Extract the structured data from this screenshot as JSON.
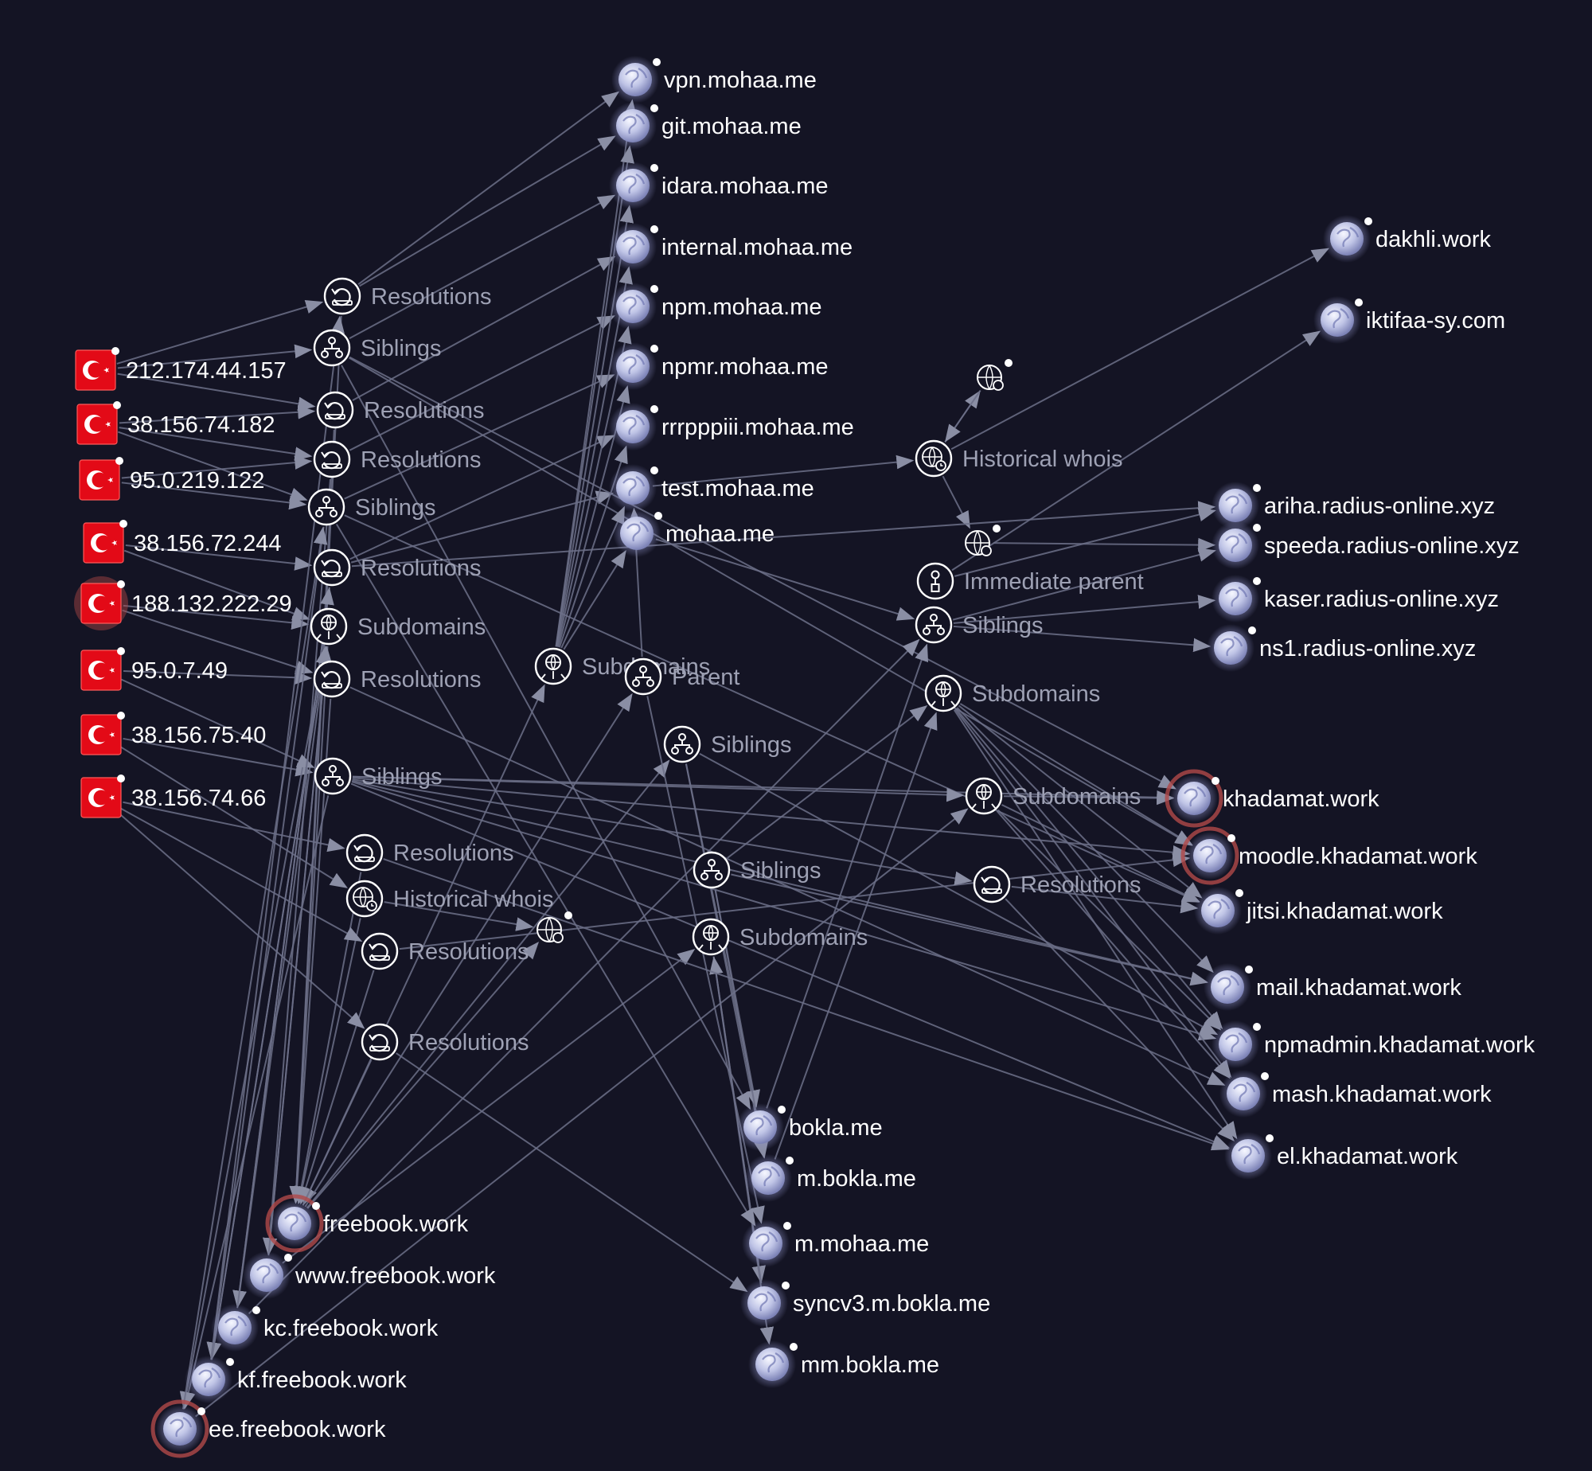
{
  "colors": {
    "background": "#141424",
    "edge": "#6c7088",
    "relation_label": "#9ea1b4",
    "node_label": "#ffffff",
    "flag_red": "#e30a17",
    "highlight_ring": "#b04848"
  },
  "nodes": [
    {
      "id": "vpn",
      "type": "domain",
      "label": "vpn.mohaa.me"
    },
    {
      "id": "git",
      "type": "domain",
      "label": "git.mohaa.me"
    },
    {
      "id": "idara",
      "type": "domain",
      "label": "idara.mohaa.me"
    },
    {
      "id": "internal",
      "type": "domain",
      "label": "internal.mohaa.me"
    },
    {
      "id": "npm",
      "type": "domain",
      "label": "npm.mohaa.me"
    },
    {
      "id": "npmr",
      "type": "domain",
      "label": "npmr.mohaa.me"
    },
    {
      "id": "rrr",
      "type": "domain",
      "label": "rrrpppiii.mohaa.me"
    },
    {
      "id": "test",
      "type": "domain",
      "label": "test.mohaa.me"
    },
    {
      "id": "mohaa",
      "type": "domain",
      "label": "mohaa.me"
    },
    {
      "id": "dakhli",
      "type": "domain",
      "label": "dakhli.work"
    },
    {
      "id": "iktifaa",
      "type": "domain",
      "label": "iktifaa-sy.com"
    },
    {
      "id": "ariha",
      "type": "domain",
      "label": "ariha.radius-online.xyz"
    },
    {
      "id": "speeda",
      "type": "domain",
      "label": "speeda.radius-online.xyz"
    },
    {
      "id": "kaser",
      "type": "domain",
      "label": "kaser.radius-online.xyz"
    },
    {
      "id": "ns1",
      "type": "domain",
      "label": "ns1.radius-online.xyz"
    },
    {
      "id": "khadamat",
      "type": "domain",
      "label": "khadamat.work",
      "highlight": true
    },
    {
      "id": "moodle",
      "type": "domain",
      "label": "moodle.khadamat.work",
      "highlight": true
    },
    {
      "id": "jitsi",
      "type": "domain",
      "label": "jitsi.khadamat.work"
    },
    {
      "id": "mail",
      "type": "domain",
      "label": "mail.khadamat.work"
    },
    {
      "id": "npmadmin",
      "type": "domain",
      "label": "npmadmin.khadamat.work"
    },
    {
      "id": "mash",
      "type": "domain",
      "label": "mash.khadamat.work"
    },
    {
      "id": "el",
      "type": "domain",
      "label": "el.khadamat.work"
    },
    {
      "id": "bokla",
      "type": "domain",
      "label": "bokla.me"
    },
    {
      "id": "mbokla",
      "type": "domain",
      "label": "m.bokla.me"
    },
    {
      "id": "mmohaa",
      "type": "domain",
      "label": "m.mohaa.me"
    },
    {
      "id": "syncv3",
      "type": "domain",
      "label": "syncv3.m.bokla.me"
    },
    {
      "id": "mmbokla",
      "type": "domain",
      "label": "mm.bokla.me"
    },
    {
      "id": "freebook",
      "type": "domain",
      "label": "freebook.work",
      "highlight": true
    },
    {
      "id": "wwwfreebook",
      "type": "domain",
      "label": "www.freebook.work"
    },
    {
      "id": "kc",
      "type": "domain",
      "label": "kc.freebook.work"
    },
    {
      "id": "kf",
      "type": "domain",
      "label": "kf.freebook.work"
    },
    {
      "id": "ee",
      "type": "domain",
      "label": "ee.freebook.work",
      "highlight": true
    },
    {
      "id": "ip1",
      "type": "ip",
      "label": "212.174.44.157"
    },
    {
      "id": "ip2",
      "type": "ip",
      "label": "38.156.74.182"
    },
    {
      "id": "ip3",
      "type": "ip",
      "label": "95.0.219.122"
    },
    {
      "id": "ip4",
      "type": "ip",
      "label": "38.156.72.244"
    },
    {
      "id": "ip5",
      "type": "ip",
      "label": "188.132.222.29",
      "highlight": true
    },
    {
      "id": "ip6",
      "type": "ip",
      "label": "95.0.7.49"
    },
    {
      "id": "ip7",
      "type": "ip",
      "label": "38.156.75.40"
    },
    {
      "id": "ip8",
      "type": "ip",
      "label": "38.156.74.66"
    },
    {
      "id": "r1",
      "type": "resolutions",
      "label": "Resolutions"
    },
    {
      "id": "s1",
      "type": "siblings",
      "label": "Siblings"
    },
    {
      "id": "r2",
      "type": "resolutions",
      "label": "Resolutions"
    },
    {
      "id": "r3",
      "type": "resolutions",
      "label": "Resolutions"
    },
    {
      "id": "s2",
      "type": "siblings",
      "label": "Siblings"
    },
    {
      "id": "r4",
      "type": "resolutions",
      "label": "Resolutions"
    },
    {
      "id": "sd1",
      "type": "subdomains",
      "label": "Subdomains"
    },
    {
      "id": "r5",
      "type": "resolutions",
      "label": "Resolutions"
    },
    {
      "id": "s3",
      "type": "siblings",
      "label": "Siblings"
    },
    {
      "id": "r6",
      "type": "resolutions",
      "label": "Resolutions"
    },
    {
      "id": "hw1",
      "type": "whois",
      "label": "Historical whois"
    },
    {
      "id": "r7",
      "type": "resolutions",
      "label": "Resolutions"
    },
    {
      "id": "r8",
      "type": "resolutions",
      "label": "Resolutions"
    },
    {
      "id": "sd2",
      "type": "subdomains",
      "label": "Subdomains"
    },
    {
      "id": "par",
      "type": "siblings",
      "label": "Parent"
    },
    {
      "id": "s4",
      "type": "siblings",
      "label": "Siblings"
    },
    {
      "id": "s5",
      "type": "siblings",
      "label": "Siblings"
    },
    {
      "id": "sd3",
      "type": "subdomains",
      "label": "Subdomains"
    },
    {
      "id": "hw2",
      "type": "whois",
      "label": "Historical whois"
    },
    {
      "id": "ip_parent",
      "type": "parent",
      "label": "Immediate parent"
    },
    {
      "id": "s6",
      "type": "siblings",
      "label": "Siblings"
    },
    {
      "id": "sd4",
      "type": "subdomains",
      "label": "Subdomains"
    },
    {
      "id": "sd5",
      "type": "subdomains",
      "label": "Subdomains"
    },
    {
      "id": "r9",
      "type": "resolutions",
      "label": "Resolutions"
    },
    {
      "id": "w1",
      "type": "www",
      "label": ""
    },
    {
      "id": "w2",
      "type": "www",
      "label": ""
    },
    {
      "id": "w3",
      "type": "www",
      "label": ""
    }
  ],
  "edges": [
    [
      "r1",
      "vpn"
    ],
    [
      "r1",
      "git"
    ],
    [
      "s1",
      "idara"
    ],
    [
      "r2",
      "internal"
    ],
    [
      "r3",
      "npm"
    ],
    [
      "s2",
      "npmr"
    ],
    [
      "r4",
      "rrr"
    ],
    [
      "r4",
      "test"
    ],
    [
      "ip1",
      "r1"
    ],
    [
      "ip1",
      "r2"
    ],
    [
      "ip2",
      "r3"
    ],
    [
      "ip2",
      "r2"
    ],
    [
      "ip3",
      "r3"
    ],
    [
      "ip4",
      "r4"
    ],
    [
      "ip5",
      "r5"
    ],
    [
      "ip6",
      "r5"
    ],
    [
      "ip7",
      "s3"
    ],
    [
      "ip8",
      "r6"
    ],
    [
      "s1",
      "khadamat"
    ],
    [
      "s1",
      "moodle"
    ],
    [
      "s2",
      "jitsi"
    ],
    [
      "s3",
      "khadamat"
    ],
    [
      "s3",
      "moodle"
    ],
    [
      "s3",
      "mail"
    ],
    [
      "s3",
      "npmadmin"
    ],
    [
      "s3",
      "el"
    ],
    [
      "sd2",
      "vpn"
    ],
    [
      "sd2",
      "git"
    ],
    [
      "sd2",
      "idara"
    ],
    [
      "sd2",
      "internal"
    ],
    [
      "sd2",
      "npm"
    ],
    [
      "sd2",
      "npmr"
    ],
    [
      "sd2",
      "rrr"
    ],
    [
      "sd2",
      "test"
    ],
    [
      "sd2",
      "mohaa"
    ],
    [
      "test",
      "hw2"
    ],
    [
      "hw2",
      "w2"
    ],
    [
      "hw2",
      "w3"
    ],
    [
      "r4",
      "ariha"
    ],
    [
      "w3",
      "speeda"
    ],
    [
      "s6",
      "kaser"
    ],
    [
      "s6",
      "ns1"
    ],
    [
      "ip_parent",
      "ariha"
    ],
    [
      "hw2",
      "dakhli"
    ],
    [
      "ip_parent",
      "iktifaa"
    ],
    [
      "sd5",
      "khadamat"
    ],
    [
      "sd4",
      "moodle"
    ],
    [
      "sd4",
      "jitsi"
    ],
    [
      "sd4",
      "mail"
    ],
    [
      "sd4",
      "npmadmin"
    ],
    [
      "sd4",
      "mash"
    ],
    [
      "sd4",
      "el"
    ],
    [
      "sd5",
      "mash"
    ],
    [
      "r9",
      "jitsi"
    ],
    [
      "sd1",
      "freebook"
    ],
    [
      "sd1",
      "wwwfreebook"
    ],
    [
      "sd1",
      "kc"
    ],
    [
      "sd1",
      "kf"
    ],
    [
      "sd1",
      "ee"
    ],
    [
      "r5",
      "freebook"
    ],
    [
      "r1",
      "freebook"
    ],
    [
      "r2",
      "freebook"
    ],
    [
      "r3",
      "wwwfreebook"
    ],
    [
      "r4",
      "kc"
    ],
    [
      "s2",
      "kf"
    ],
    [
      "s3",
      "ee"
    ],
    [
      "r6",
      "freebook"
    ],
    [
      "hw1",
      "freebook"
    ],
    [
      "r7",
      "freebook"
    ],
    [
      "r8",
      "freebook"
    ],
    [
      "freebook",
      "par"
    ],
    [
      "freebook",
      "s4"
    ],
    [
      "wwwfreebook",
      "sd3"
    ],
    [
      "kc",
      "s6"
    ],
    [
      "ee",
      "sd5"
    ],
    [
      "freebook",
      "sd2"
    ],
    [
      "freebook",
      "w1"
    ],
    [
      "s4",
      "bokla"
    ],
    [
      "s4",
      "mbokla"
    ],
    [
      "par",
      "mmohaa"
    ],
    [
      "sd3",
      "syncv3"
    ],
    [
      "sd3",
      "mmbokla"
    ],
    [
      "s5",
      "bokla"
    ],
    [
      "s5",
      "mbokla"
    ],
    [
      "mbokla",
      "sd4"
    ],
    [
      "bokla",
      "s6"
    ],
    [
      "syncv3",
      "sd3"
    ],
    [
      "r6",
      "el"
    ],
    [
      "r7",
      "moodle"
    ],
    [
      "s5",
      "mail"
    ],
    [
      "sd5",
      "jitsi"
    ],
    [
      "s1",
      "bokla"
    ],
    [
      "s2",
      "mmohaa"
    ],
    [
      "r5",
      "mash"
    ],
    [
      "hw1",
      "w1"
    ],
    [
      "r8",
      "syncv3"
    ],
    [
      "s3",
      "sd5"
    ],
    [
      "s3",
      "r9"
    ],
    [
      "ip1",
      "s1"
    ],
    [
      "ip3",
      "s2"
    ],
    [
      "ip5",
      "sd1"
    ],
    [
      "ip6",
      "s3"
    ],
    [
      "ip7",
      "hw1"
    ],
    [
      "ip8",
      "r7"
    ],
    [
      "ip4",
      "sd1"
    ],
    [
      "ip2",
      "s2"
    ],
    [
      "ip8",
      "r8"
    ],
    [
      "kf",
      "r1"
    ],
    [
      "ee",
      "s2"
    ],
    [
      "kc",
      "r4"
    ],
    [
      "wwwfreebook",
      "sd1"
    ],
    [
      "kf",
      "sd1"
    ],
    [
      "w2",
      "hw2"
    ],
    [
      "s6",
      "speeda"
    ],
    [
      "r9",
      "el"
    ],
    [
      "sd5",
      "npmadmin"
    ],
    [
      "s5",
      "sd4"
    ],
    [
      "par",
      "test"
    ],
    [
      "mohaa",
      "s6"
    ],
    [
      "s4",
      "npmadmin"
    ]
  ]
}
